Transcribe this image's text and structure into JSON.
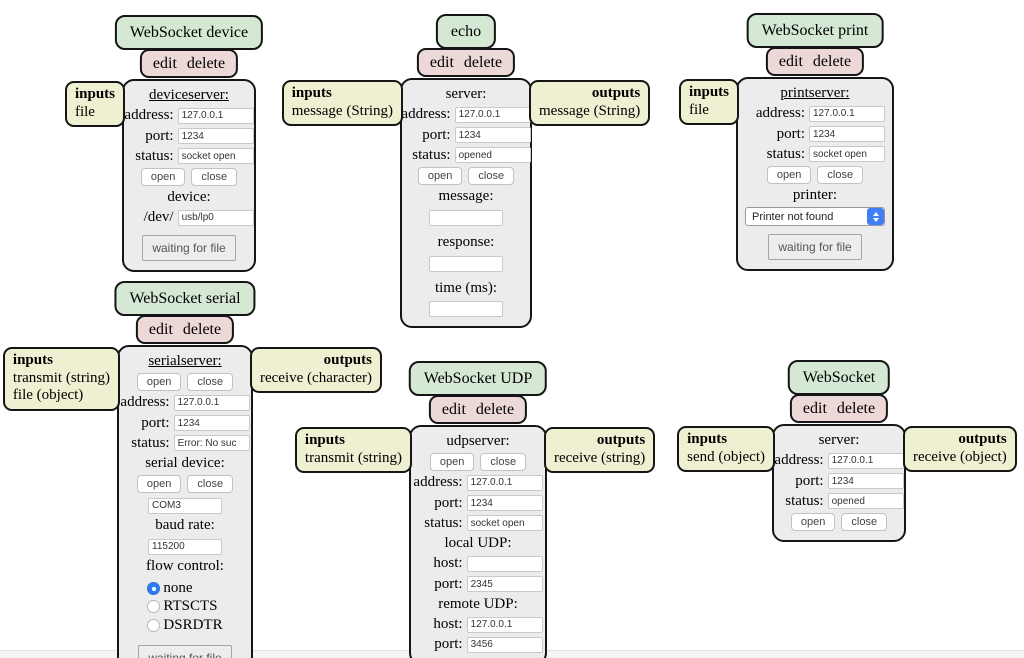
{
  "common": {
    "edit_label": "edit",
    "delete_label": "delete",
    "inputs_heading": "inputs",
    "outputs_heading": "outputs",
    "open_label": "open",
    "close_label": "close",
    "address_label": "address:",
    "port_label": "port:",
    "status_label": "status:",
    "host_label": "host:",
    "wait_label": "waiting for file"
  },
  "nodes": {
    "device": {
      "title": "WebSocket device",
      "inputs": [
        "file"
      ],
      "section": "deviceserver:",
      "address": "127.0.0.1",
      "port": "1234",
      "status": "socket open",
      "device_label": "device:",
      "device_prefix": "/dev/",
      "device_path": "usb/lp0"
    },
    "echo": {
      "title": "echo",
      "inputs": [
        "message (String)"
      ],
      "outputs": [
        "message (String)"
      ],
      "section": "server:",
      "address": "127.0.0.1",
      "port": "1234",
      "status": "opened",
      "message_label": "message:",
      "message": "",
      "response_label": "response:",
      "response": "",
      "time_label": "time (ms):",
      "time": ""
    },
    "print": {
      "title": "WebSocket print",
      "inputs": [
        "file"
      ],
      "section": "printserver:",
      "address": "127.0.0.1",
      "port": "1234",
      "status": "socket open",
      "printer_label": "printer:",
      "printer_selected": "Printer not found"
    },
    "serial": {
      "title": "WebSocket serial",
      "inputs": [
        "transmit (string)",
        "file (object)"
      ],
      "outputs": [
        "receive (character)"
      ],
      "section": "serialserver:",
      "address": "127.0.0.1",
      "port": "1234",
      "status": "Error: No suc",
      "serial_device_label": "serial device:",
      "com_port": "COM3",
      "baud_label": "baud rate:",
      "baud": "115200",
      "flow_label": "flow control:",
      "flow_options": [
        "none",
        "RTSCTS",
        "DSRDTR"
      ],
      "flow_selected": "none"
    },
    "udp": {
      "title": "WebSocket UDP",
      "inputs": [
        "transmit (string)"
      ],
      "outputs": [
        "receive (string)"
      ],
      "section": "udpserver:",
      "address": "127.0.0.1",
      "port": "1234",
      "status": "socket open",
      "local_label": "local UDP:",
      "local_host": "",
      "local_port": "2345",
      "remote_label": "remote UDP:",
      "remote_host": "127.0.0.1",
      "remote_port": "3456"
    },
    "websocket": {
      "title": "WebSocket",
      "inputs": [
        "send (object)"
      ],
      "outputs": [
        "receive (object)"
      ],
      "section": "server:",
      "address": "127.0.0.1",
      "port": "1234",
      "status": "opened"
    }
  },
  "colors": {
    "node_title_bg": "#d5e8d3",
    "edit_delete_bg": "#ecd8d6",
    "port_tab_bg": "#efefd1",
    "node_body_bg": "#ececec",
    "node_border": "#151515",
    "select_stepper_blue": "#3f7ef5",
    "radio_selected_blue": "#2f7bf0"
  }
}
